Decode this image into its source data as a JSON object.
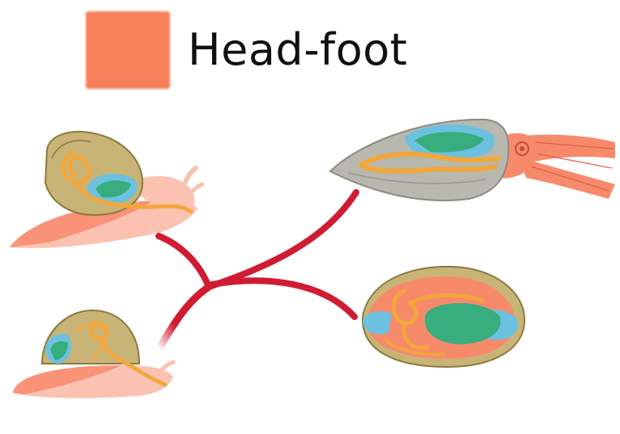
{
  "legend": {
    "label": "Head-foot",
    "swatch_color": "#f7805a"
  },
  "colors": {
    "headfoot": "#f88a6c",
    "headfoot_light": "#fbc2b2",
    "shell": "#c9b478",
    "shell_edge": "#8d7a3c",
    "gut": "#f3a73b",
    "gut_edge": "#c87a16",
    "gill": "#38ad7e",
    "gill_light": "#7fd3ac",
    "mantle_cavity": "#6cc1e0",
    "branch": "#d01c32",
    "squid_mantle": "#b8b8ae"
  },
  "organisms": [
    {
      "name": "snail-advanced",
      "icon": "torted-snail-icon"
    },
    {
      "name": "snail-ancestral",
      "icon": "ancestral-snail-icon"
    },
    {
      "name": "squid",
      "icon": "squid-icon"
    },
    {
      "name": "clam",
      "icon": "bivalve-icon"
    }
  ]
}
